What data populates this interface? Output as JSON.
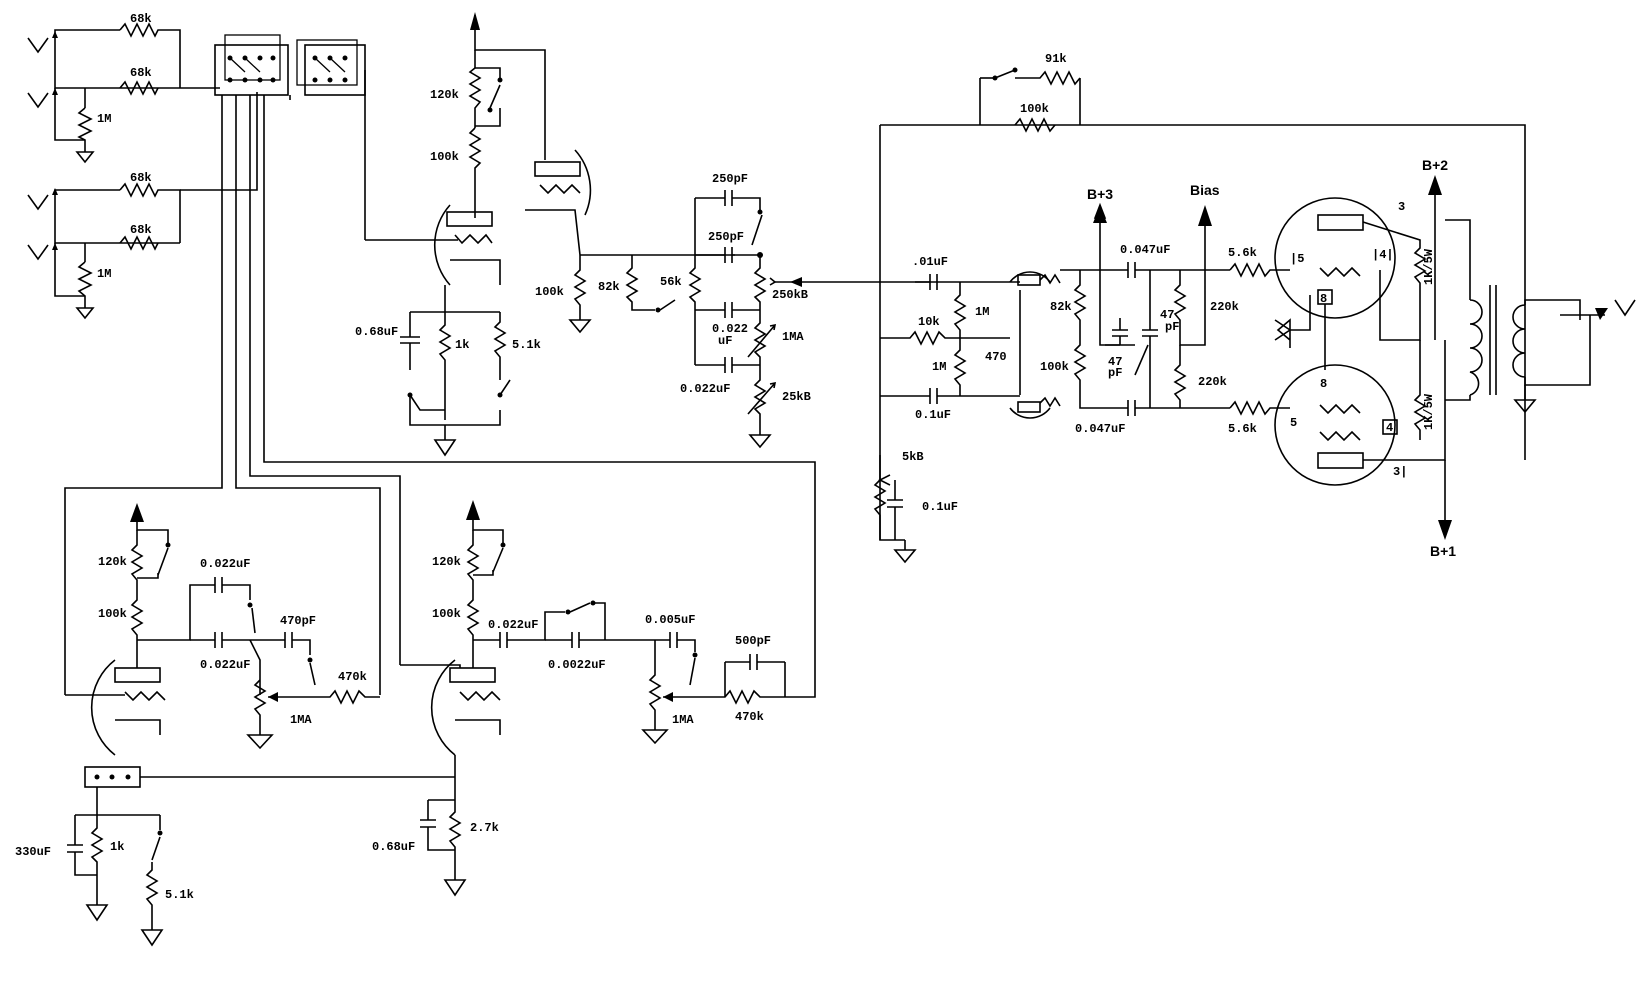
{
  "labels": {
    "r68k_1": "68k",
    "r68k_2": "68k",
    "r68k_3": "68k",
    "r68k_4": "68k",
    "r1m_in1": "1M",
    "r1m_in2": "1M",
    "r120k_a": "120k",
    "r100k_a": "100k",
    "c068_a": "0.68uF",
    "r1k_a": "1k",
    "r51k_a": "5.1k",
    "r100k_b": "100k",
    "c250_top": "250pF",
    "c250_mid": "250pF",
    "r82k_ts": "82k",
    "r56k": "56k",
    "p250kb": "250kB",
    "c0022_ts_a": "0.022",
    "c0022_ts_b": "uF",
    "p1ma_ts": "1MA",
    "c0022_ts2": "0.022uF",
    "p25kb": "25kB",
    "c01uf": ".01uF",
    "r10k": "10k",
    "r1m_pi1": "1M",
    "r470": "470",
    "r1m_pi2": "1M",
    "c01uf_b": "0.1uF",
    "r82k_pi": "82k",
    "r100k_pi": "100k",
    "c0047_top": "0.047uF",
    "c0047_bot": "0.047uF",
    "c47pf_1a": "47",
    "c47pf_1b": "pF",
    "c47pf_2a": "47",
    "c47pf_2b": "pF",
    "r220k_1": "220k",
    "r220k_2": "220k",
    "r56k_1": "5.6k",
    "r56k_2": "5.6k",
    "bplus3": "B+3",
    "bias": "Bias",
    "bplus2": "B+2",
    "bplus1": "B+1",
    "r91k": "91k",
    "r100k_fb": "100k",
    "p5kb": "5kB",
    "c01uf_pres": "0.1uF",
    "pin5_top": "|5",
    "pin4_top": "|4|",
    "pin8_top": "8",
    "pin8_bot": "8",
    "pin5_bot": "5",
    "pin4_bot": "4",
    "pin3_top": "3",
    "pin3_bot": "3|",
    "r1k5w_1": "1K/5W",
    "r1k5w_2": "1K/5W",
    "r120k_c": "120k",
    "r100k_c": "100k",
    "c0022_c1": "0.022uF",
    "c0022_c2": "0.022uF",
    "c470pf": "470pF",
    "r470k_c": "470k",
    "p1ma_c": "1MA",
    "c330": "330uF",
    "r1k_c": "1k",
    "r51k_c": "5.1k",
    "r120k_d": "120k",
    "r100k_d": "100k",
    "c0022_d": "0.022uF",
    "c00022_d": "0.0022uF",
    "c0005_d": "0.005uF",
    "c500pf": "500pF",
    "r470k_d": "470k",
    "p1ma_d": "1MA",
    "c068_d": "0.68uF",
    "r27k": "2.7k"
  }
}
